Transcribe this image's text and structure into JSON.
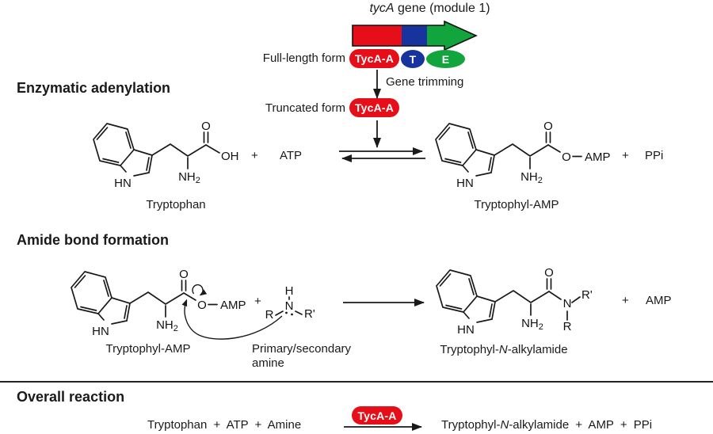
{
  "colors": {
    "red": "#e60e19",
    "blue": "#17339e",
    "green": "#12a53e"
  },
  "gene": {
    "title_italic": "tycA",
    "title_rest": " gene (module 1)",
    "full_length_label": "Full-length form",
    "adomain": "TycA-A",
    "t_domain": "T",
    "e_domain": "E",
    "trimming_label": "Gene trimming",
    "truncated_label": "Truncated form"
  },
  "adenylation": {
    "heading": "Enzymatic adenylation",
    "substrate_caption": "Tryptophan",
    "plus": "+",
    "atp": "ATP",
    "product_caption": "Tryptophyl-AMP",
    "ppi": "PPi"
  },
  "amide": {
    "heading": "Amide bond formation",
    "substrate_caption": "Tryptophyl-AMP",
    "amine_caption_line1": "Primary/secondary",
    "amine_caption_line2": "amine",
    "plus": "+",
    "product_caption_pre": "Tryptophyl-",
    "product_caption_italic": "N",
    "product_caption_post": "-alkylamide",
    "amp": "AMP"
  },
  "overall": {
    "heading": "Overall reaction",
    "reactants": "Tryptophan + ATP + Amine",
    "enzyme": "TycA-A",
    "product_pre": "Tryptophyl-",
    "product_italic": "N",
    "product_post": "-alkylamide + AMP + PPi"
  },
  "chem": {
    "carbonyl_o": "O",
    "hydroxyl": "OH",
    "amine_nh": "NH",
    "sub_two": "2",
    "indole_hn": "HN",
    "ester_o": "O",
    "amp": "AMP",
    "amide_n": "N",
    "r": "R",
    "r_prime": "R'",
    "h": "H"
  }
}
